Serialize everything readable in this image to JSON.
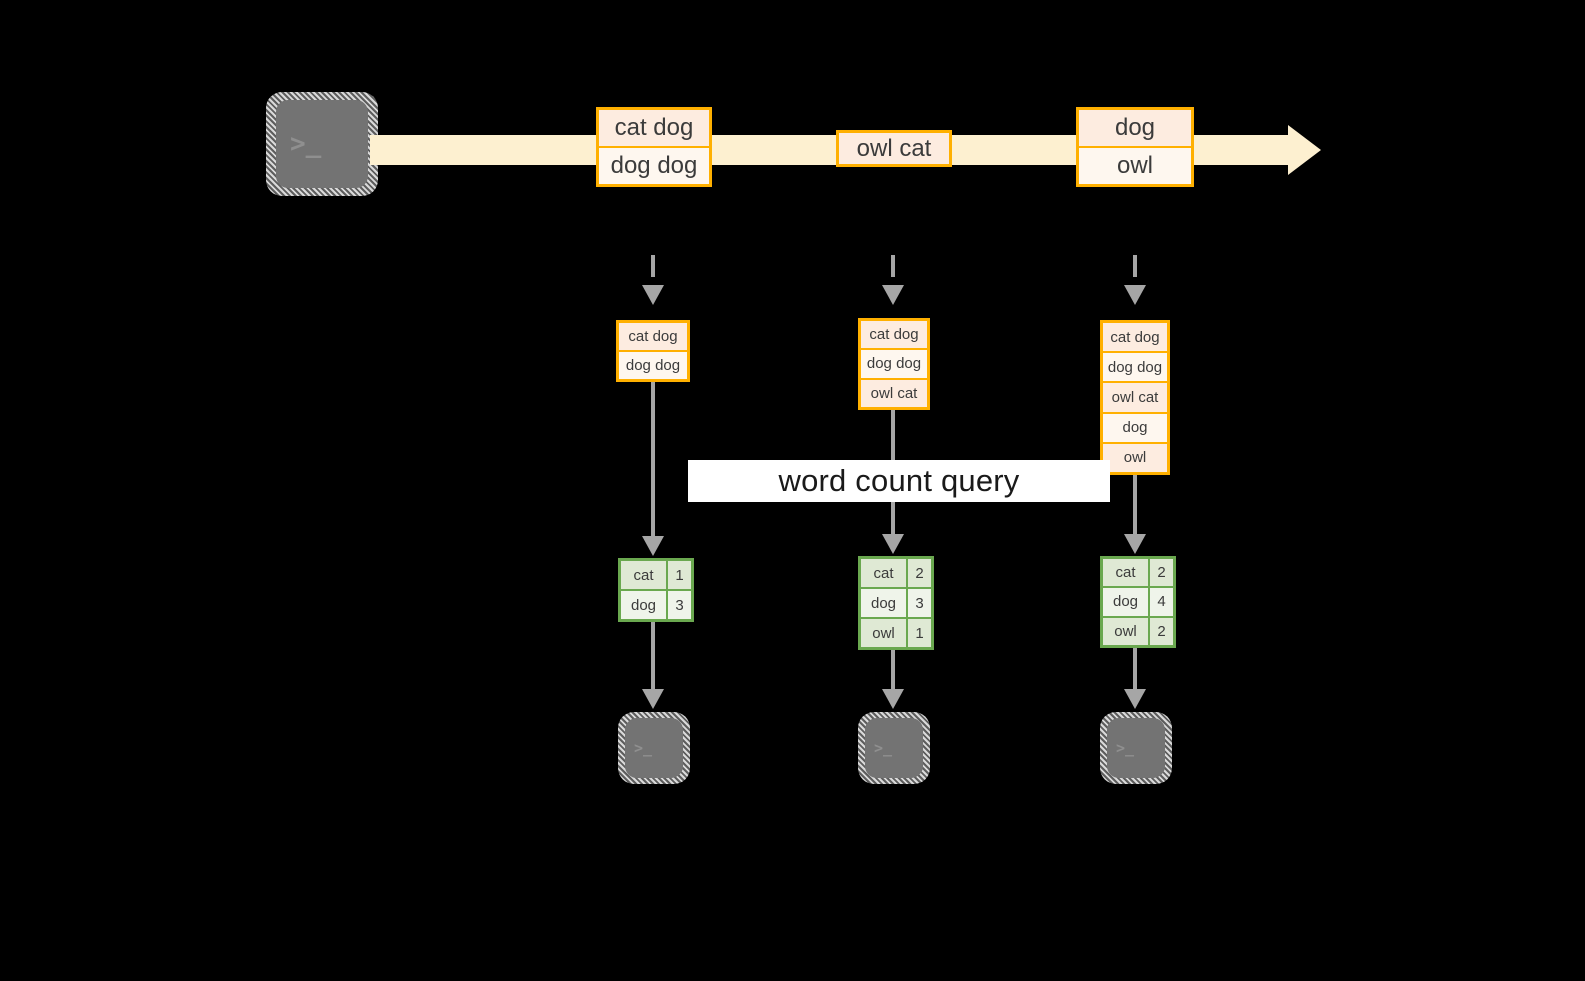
{
  "diagram": {
    "title": "word count query",
    "colors": {
      "background": "#000000",
      "stream_fill": "#fdf0d0",
      "record_border": "#ffb000",
      "record_fill": "#fdece0",
      "record_fill_alt": "#fef7ef",
      "table_border": "#6aa84f",
      "table_fill": "#dfe9d4",
      "table_fill_alt": "#eff4ea",
      "connector": "#a6a6a6",
      "terminal_fill": "#737373",
      "label_fill": "#ffffff",
      "label_text": "#1a1a1a"
    },
    "source_terminal": {
      "glyph": ">_",
      "name": "terminal-icon"
    },
    "stream": {
      "name": "event-stream-arrow",
      "records": [
        {
          "lines": [
            "cat dog",
            "dog dog"
          ]
        },
        {
          "lines": [
            "owl cat"
          ]
        },
        {
          "lines": [
            "dog",
            "owl"
          ]
        }
      ]
    },
    "query_label": "word count query",
    "snapshots": [
      {
        "name": "snapshot-1",
        "input_lines": [
          "cat dog",
          "dog dog"
        ],
        "result": {
          "rows": [
            {
              "word": "cat",
              "count": "1"
            },
            {
              "word": "dog",
              "count": "3"
            }
          ]
        },
        "sink_terminal": {
          "glyph": ">_"
        }
      },
      {
        "name": "snapshot-2",
        "input_lines": [
          "cat dog",
          "dog dog",
          "owl cat"
        ],
        "result": {
          "rows": [
            {
              "word": "cat",
              "count": "2"
            },
            {
              "word": "dog",
              "count": "3"
            },
            {
              "word": "owl",
              "count": "1"
            }
          ]
        },
        "sink_terminal": {
          "glyph": ">_"
        }
      },
      {
        "name": "snapshot-3",
        "input_lines": [
          "cat dog",
          "dog dog",
          "owl cat",
          "dog",
          "owl"
        ],
        "result": {
          "rows": [
            {
              "word": "cat",
              "count": "2"
            },
            {
              "word": "dog",
              "count": "4"
            },
            {
              "word": "owl",
              "count": "2"
            }
          ]
        },
        "sink_terminal": {
          "glyph": ">_"
        }
      }
    ]
  }
}
